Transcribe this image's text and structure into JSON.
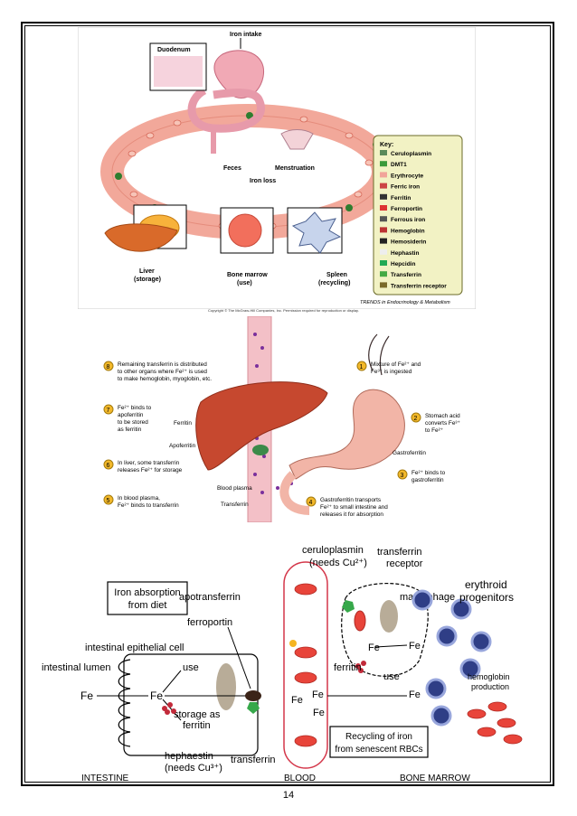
{
  "page_number": "14",
  "figure1": {
    "top_label": "Iron intake",
    "duodenum_label": "Duodenum",
    "feces": "Feces",
    "menstruation": "Menstruation",
    "iron_loss": "Iron loss",
    "liver": "Liver",
    "liver_sub": "(storage)",
    "marrow": "Bone marrow",
    "marrow_sub": "(use)",
    "spleen": "Spleen",
    "spleen_sub": "(recycling)",
    "key_title": "Key:",
    "key_items": [
      "Ceruloplasmin",
      "DMT1",
      "Erythrocyte",
      "Ferric iron",
      "Ferritin",
      "Ferroportin",
      "Ferrous iron",
      "Hemoglobin",
      "Hemosiderin",
      "Hephastin",
      "Hepcidin",
      "Transferrin",
      "Transferrin receptor"
    ],
    "credit": "TRENDS in Endocrinology & Metabolism",
    "copyright": "Copyright © The McGraw-Hill Companies, Inc. Permission required for reproduction or display."
  },
  "figure2": {
    "step8": "Remaining transferrin is distributed to other organs where Fe²⁺ is used to make hemoglobin, myoglobin, etc.",
    "step7": "Fe²⁺ binds to apoferritin to be stored as ferritin",
    "step6": "In liver, some transferrin releases Fe²⁺ for storage",
    "step5": "In blood plasma, Fe²⁺ binds to transferrin",
    "step1": "Mixture of Fe²⁺ and Fe³⁺ is ingested",
    "step2": "Stomach acid converts Fe³⁺ to Fe²⁺",
    "step3": "Fe²⁺ binds to gastroferritin",
    "step4": "Gastroferritin transports Fe²⁺ to small intestine and releases it for absorption",
    "ferritin": "Ferritin",
    "apoferritin": "Apoferritin",
    "blood_plasma": "Blood plasma",
    "transferrin": "Transferrin",
    "gastroferritin": "Gastroferritin",
    "n8": "8",
    "n7": "7",
    "n6": "6",
    "n5": "5",
    "n1": "1",
    "n2": "2",
    "n3": "3",
    "n4": "4"
  },
  "figure3": {
    "box_title_1": "Iron absorption",
    "box_title_2": "from diet",
    "ceruloplasmin": "ceruloplasmin",
    "needs_cu": "(needs Cu²⁺)",
    "transferrin_receptor_1": "transferrin",
    "transferrin_receptor_2": "receptor",
    "erythroid_1": "erythroid",
    "erythroid_2": "progenitors",
    "macrophage": "macrophage",
    "apotransferrin": "apotransferrin",
    "ferroportin": "ferroportin",
    "epithelial": "intestinal epithelial cell",
    "lumen": "intestinal lumen",
    "use": "use",
    "storage_1": "storage as",
    "storage_2": "ferritin",
    "fe": "Fe",
    "ferritin": "ferritin",
    "hemoglobin_1": "hemoglobin",
    "hemoglobin_2": "production",
    "recycling_1": "Recycling of iron",
    "recycling_2": "from senescent RBCs",
    "hephaestin": "hephaestin",
    "needs_cu3": "(needs Cu³⁺)",
    "transferrin": "transferrin",
    "intestine": "INTESTINE",
    "blood": "BLOOD",
    "bone_marrow": "BONE MARROW"
  }
}
